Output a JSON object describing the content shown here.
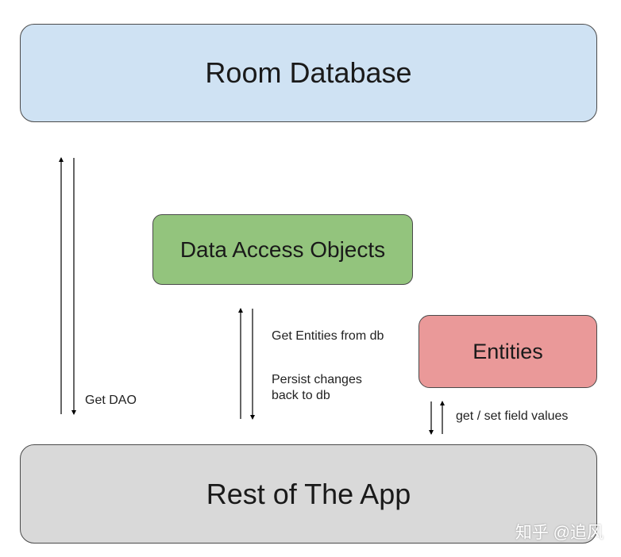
{
  "boxes": {
    "room_database": "Room Database",
    "data_access_objects": "Data Access Objects",
    "entities": "Entities",
    "rest_of_app": "Rest of The App"
  },
  "labels": {
    "get_dao": "Get DAO",
    "get_entities_from_db": "Get Entities from db",
    "persist_changes": "Persist changes back to db",
    "get_set_field_values": "get / set field values"
  },
  "watermark": "知乎 @追风",
  "colors": {
    "room_database_fill": "#cfe2f3",
    "data_access_objects_fill": "#93c47d",
    "entities_fill": "#ea9999",
    "rest_of_app_fill": "#d9d9d9",
    "border": "#4a4a4a",
    "arrow": "#000000"
  }
}
